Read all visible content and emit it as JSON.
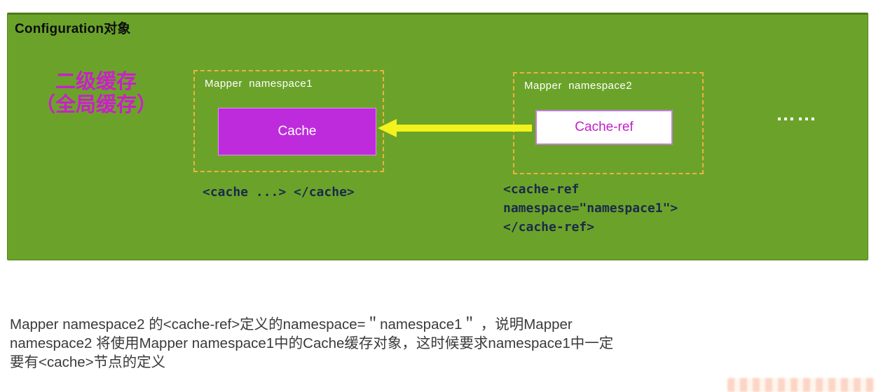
{
  "diagram": {
    "title": "Configuration对象",
    "side_label": {
      "line1": "二级缓存",
      "line2": "（全局缓存）"
    },
    "mapper1": {
      "label": "Mapper  namespace1",
      "cache_label": "Cache",
      "code": "<cache ...> </cache>"
    },
    "mapper2": {
      "label": "Mapper  namespace2",
      "cache_ref_label": "Cache-ref",
      "code_lines": [
        "<cache-ref",
        "namespace=\"namespace1\">",
        "</cache-ref>"
      ]
    },
    "ellipsis": "……"
  },
  "description": {
    "lines": [
      "Mapper namespace2 的<cache-ref>定义的namespace=＂namespace1＂ ，说明Mapper",
      "namespace2 将使用Mapper namespace1中的Cache缓存对象，这时候要求namespace1中一定",
      "要有<cache>节点的定义"
    ]
  },
  "colors": {
    "panel_green": "#6BA32A",
    "cache_magenta": "#BE2BDC",
    "accent_magenta": "#CB1FC9",
    "arrow_yellow": "#F2F21D",
    "dashed_border": "#ECB23C",
    "code_navy": "#1B2A4A"
  }
}
